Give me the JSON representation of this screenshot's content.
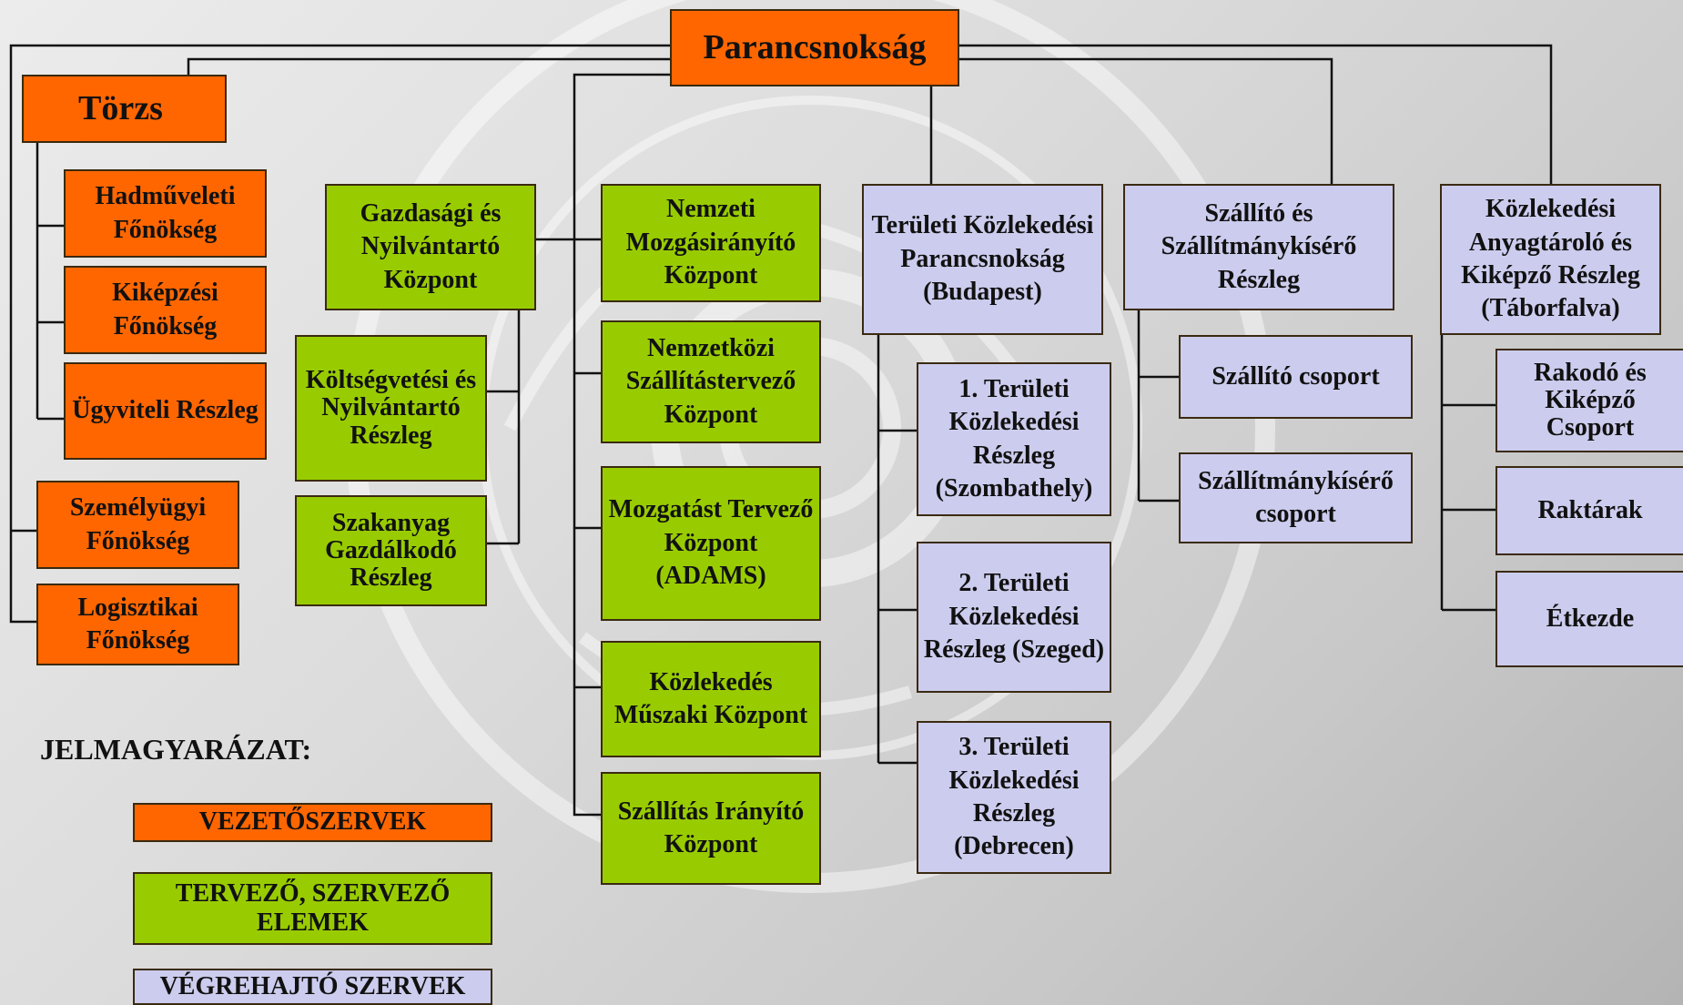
{
  "colors": {
    "leadership": "#ff6600",
    "planning": "#99cc00",
    "executive": "#ccccee",
    "line": "#111111",
    "background": "#d6d6d6"
  },
  "diagram": {
    "root": "Parancsnokság",
    "torzs": "Törzs",
    "torzs_units": [
      "Hadműveleti Főnökség",
      "Kiképzési Főnökség",
      "Ügyviteli Részleg"
    ],
    "leadership_units": [
      "Személyügyi Főnökség",
      "Logisztikai Főnökség"
    ],
    "economic_center": "Gazdasági és Nyilvántartó Központ",
    "economic_units": [
      "Költségvetési és Nyilvántartó Részleg",
      "Szakanyag Gazdálkodó Részleg"
    ],
    "central_units": [
      "Nemzeti Mozgásirányító Központ",
      "Nemzetközi Szállítástervező Központ",
      "Mozgatást Tervező Központ (ADAMS)",
      "Közlekedés Műszaki Központ",
      "Szállítás Irányító Központ"
    ],
    "territorial": {
      "head": "Területi Közlekedési Parancsnokság (Budapest)",
      "units": [
        "1. Területi Közlekedési Részleg (Szombathely)",
        "2. Területi Közlekedési Részleg (Szeged)",
        "3. Területi Közlekedési Részleg (Debrecen)"
      ]
    },
    "transport": {
      "head": "Szállító és Szállítmánykísérő Részleg",
      "units": [
        "Szállító csoport",
        "Szállítmánykísérő csoport"
      ]
    },
    "depot": {
      "head": "Közlekedési Anyagtároló és Kiképző Részleg (Táborfalva)",
      "units": [
        "Rakodó és Kiképző Csoport",
        "Raktárak",
        "Étkezde"
      ]
    }
  },
  "legend": {
    "title": "JELMAGYARÁZAT:",
    "items": [
      "VEZETŐSZERVEK",
      "TERVEZŐ, SZERVEZŐ ELEMEK",
      "VÉGREHAJTÓ SZERVEK"
    ]
  }
}
